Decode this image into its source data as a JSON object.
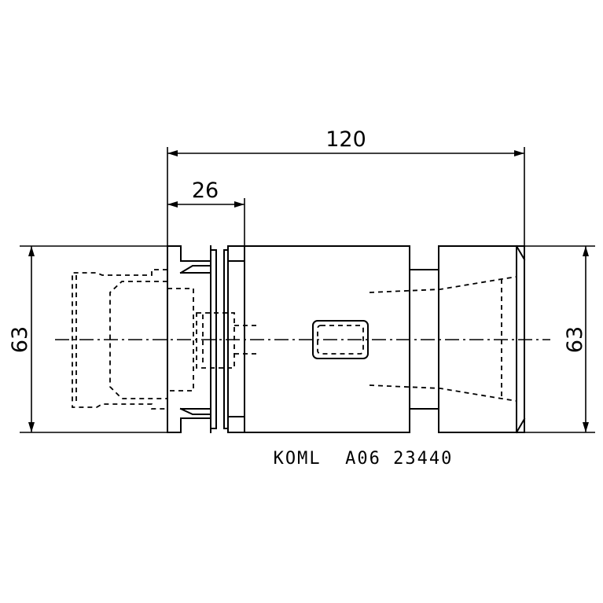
{
  "dimensions": {
    "overall_length": "120",
    "flange_length": "26",
    "left_diameter": "63",
    "right_diameter": "63"
  },
  "part_label": "KOML  A06 23440"
}
